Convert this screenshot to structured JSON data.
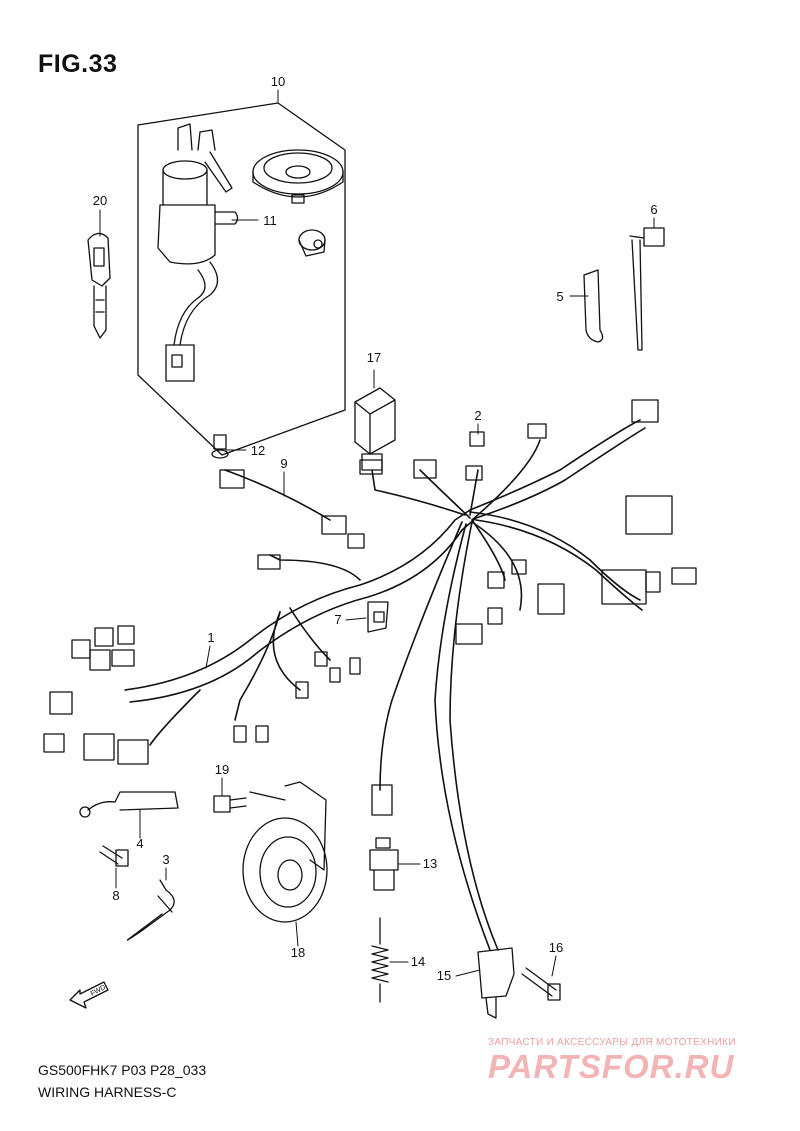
{
  "figure": {
    "title": "FIG.33",
    "model_code": "GS500FHK7 P03 P28_033",
    "subtitle": "WIRING HARNESS-C"
  },
  "callouts": [
    {
      "id": "c1",
      "label": "1"
    },
    {
      "id": "c2",
      "label": "2"
    },
    {
      "id": "c3",
      "label": "3"
    },
    {
      "id": "c4",
      "label": "4"
    },
    {
      "id": "c5",
      "label": "5"
    },
    {
      "id": "c6",
      "label": "6"
    },
    {
      "id": "c7",
      "label": "7"
    },
    {
      "id": "c8",
      "label": "8"
    },
    {
      "id": "c9",
      "label": "9"
    },
    {
      "id": "c10",
      "label": "10"
    },
    {
      "id": "c11",
      "label": "11"
    },
    {
      "id": "c12",
      "label": "12"
    },
    {
      "id": "c13",
      "label": "13"
    },
    {
      "id": "c14",
      "label": "14"
    },
    {
      "id": "c15",
      "label": "15"
    },
    {
      "id": "c16",
      "label": "16"
    },
    {
      "id": "c17",
      "label": "17"
    },
    {
      "id": "c18",
      "label": "18"
    },
    {
      "id": "c19",
      "label": "19"
    },
    {
      "id": "c20",
      "label": "20"
    }
  ],
  "direction_marker": "FWD",
  "watermark": {
    "tagline": "ЗАПЧАСТИ И АКСЕССУАРЫ ДЛЯ МОТОТЕХНИКИ",
    "logo": "PARTSFOR.RU"
  }
}
